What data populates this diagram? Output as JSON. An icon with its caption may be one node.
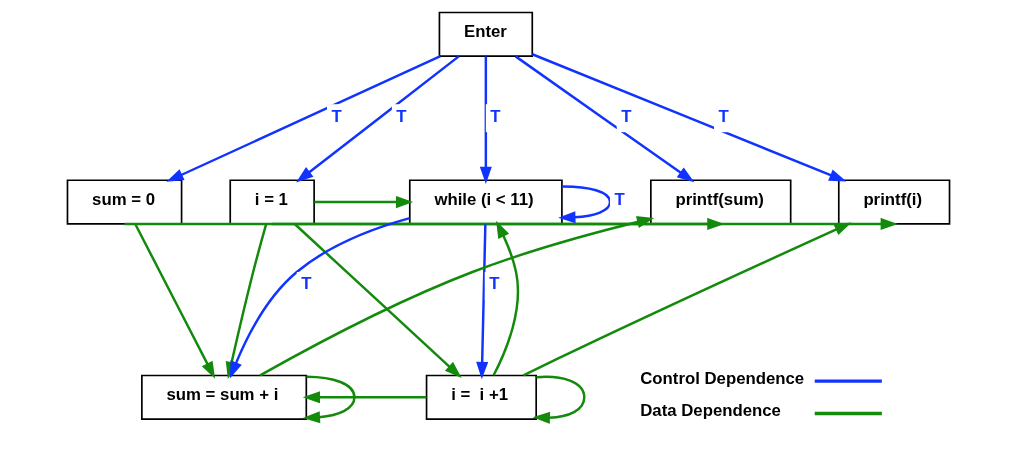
{
  "diagram": {
    "nodes": [
      {
        "text": [
          "Enter"
        ]
      },
      {
        "text": [
          "sum = 0"
        ]
      },
      {
        "text": [
          "i = 1"
        ]
      },
      {
        "text": [
          "while (i < 11)"
        ]
      },
      {
        "text": [
          "printf(sum)"
        ]
      },
      {
        "text": [
          "printf(i)"
        ]
      },
      {
        "text": [
          "sum = sum + i"
        ]
      },
      {
        "text": [
          "i =  i +1"
        ]
      }
    ],
    "edges": [
      {
        "from": 0,
        "to": 1,
        "arrow": "to",
        "label": "T",
        "color": "#1033ff"
      },
      {
        "from": 0,
        "to": 2,
        "arrow": "to",
        "label": "T",
        "color": "#1033ff"
      },
      {
        "from": 0,
        "to": 3,
        "arrow": "to",
        "label": "T",
        "color": "#1033ff"
      },
      {
        "from": 0,
        "to": 4,
        "arrow": "to",
        "label": "T",
        "color": "#1033ff"
      },
      {
        "from": 0,
        "to": 5,
        "arrow": "to",
        "label": "T",
        "color": "#1033ff"
      },
      {
        "from": 3,
        "to": 3,
        "arrow": "to",
        "label": "T",
        "color": "#1033ff"
      },
      {
        "from": 3,
        "to": 6,
        "arrow": "to",
        "label": "T",
        "color": "#1033ff"
      },
      {
        "from": 3,
        "to": 7,
        "arrow": "to",
        "label": "T",
        "color": "#1033ff"
      },
      {
        "from": 2,
        "to": 3,
        "arrow": "to"
      },
      {
        "from": 1,
        "to": 6,
        "arrow": "to"
      },
      {
        "from": 2,
        "to": 6,
        "arrow": "to"
      },
      {
        "from": 2,
        "to": 7,
        "arrow": "to"
      },
      {
        "from": 2,
        "to": 5,
        "arrow": "to"
      },
      {
        "from": 1,
        "to": 4,
        "arrow": "to"
      },
      {
        "from": 6,
        "to": 6,
        "arrow": "to"
      },
      {
        "from": 6,
        "to": 4,
        "arrow": "to"
      },
      {
        "from": 7,
        "to": 6,
        "arrow": "to"
      },
      {
        "from": 7,
        "to": 3,
        "arrow": "to"
      },
      {
        "from": 7,
        "to": 7,
        "arrow": "to"
      },
      {
        "from": 7,
        "to": 5,
        "arrow": "to"
      }
    ],
    "legend": [
      {
        "text": "Control Dependence"
      },
      {
        "text": "Data Dependence"
      }
    ]
  }
}
